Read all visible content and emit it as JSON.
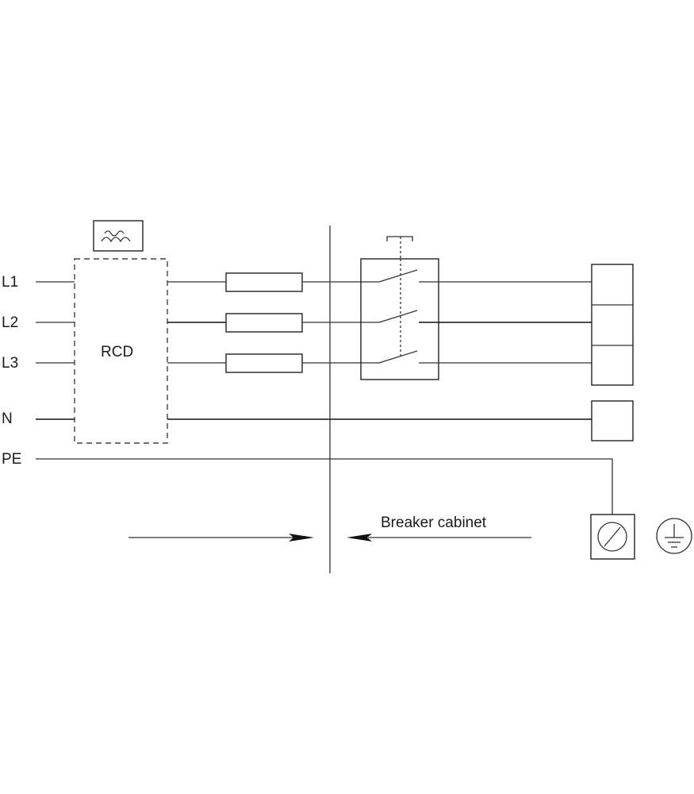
{
  "phases": {
    "l1": "L1",
    "l2": "L2",
    "l3": "L3",
    "n": "N",
    "pe": "PE"
  },
  "rcd": {
    "label": "RCD",
    "symbol_icon": "ac-dc-waveform-icon"
  },
  "cabinet": {
    "label": "Breaker cabinet"
  },
  "icons": {
    "terminal": "terminal-screw-icon",
    "ground": "ground-symbol-icon"
  }
}
